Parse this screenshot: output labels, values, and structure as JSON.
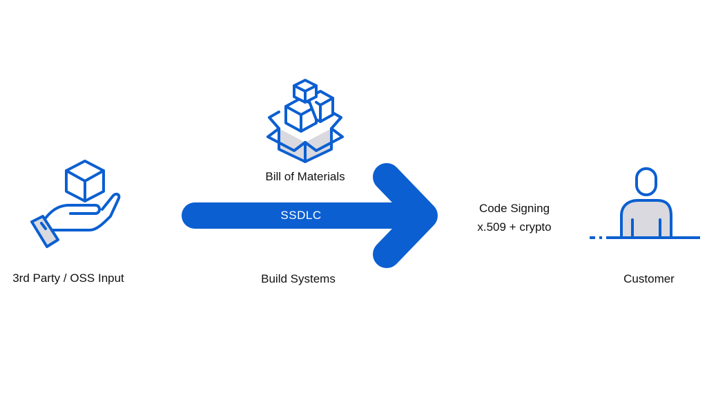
{
  "colors": {
    "primary_blue": "#0b5fd1",
    "light_gray": "#d9d9df",
    "text": "#111111"
  },
  "nodes": {
    "input": {
      "label": "3rd Party / OSS Input",
      "icon": "hand-holding-cube-icon"
    },
    "bom": {
      "label": "Bill of Materials",
      "icon": "boxes-in-open-box-icon"
    },
    "build": {
      "label": "Build Systems"
    },
    "signing": {
      "line1": "Code Signing",
      "line2": "x.509 + crypto"
    },
    "customer": {
      "label": "Customer",
      "icon": "person-icon"
    }
  },
  "arrow": {
    "label": "SSDLC",
    "icon": "right-arrow-icon"
  }
}
